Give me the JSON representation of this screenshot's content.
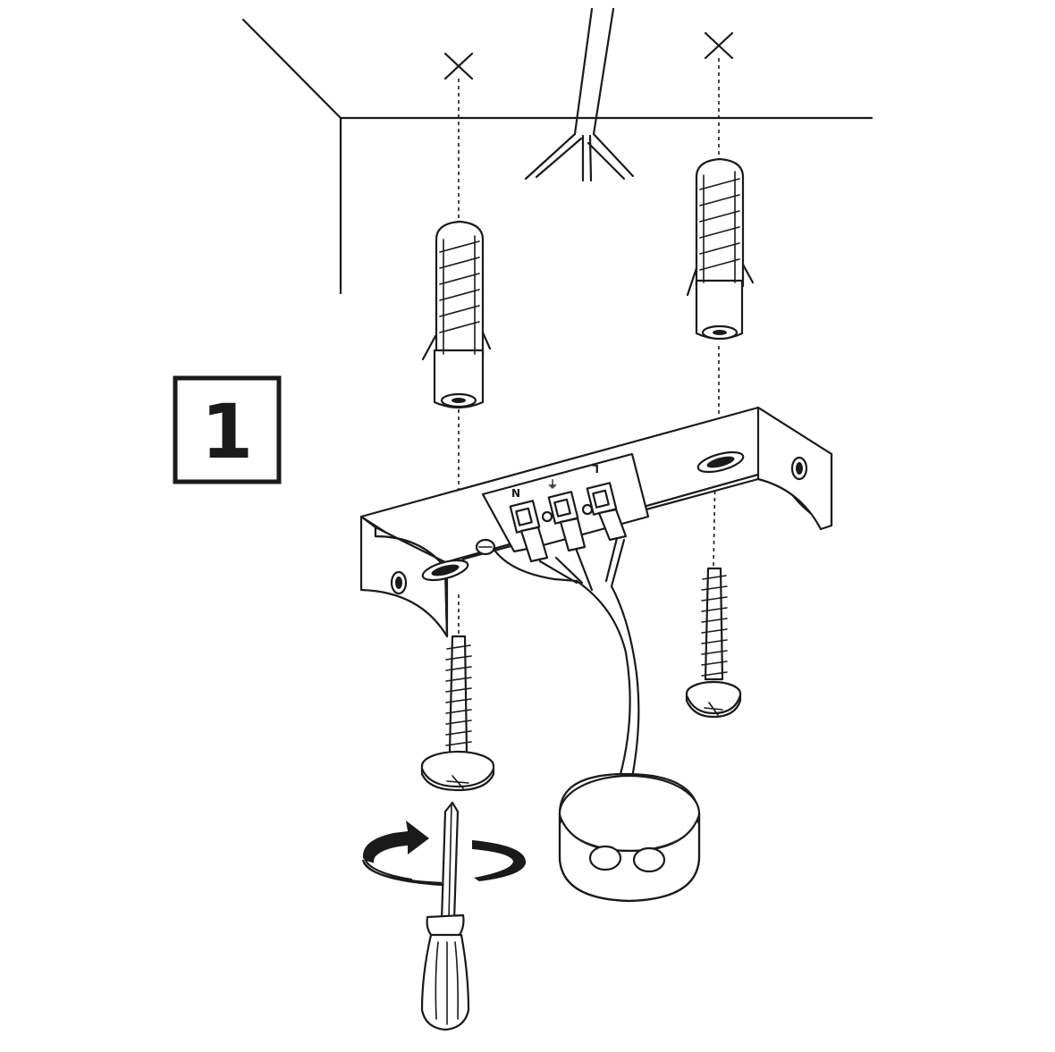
{
  "step": {
    "number": "1"
  },
  "terminal": {
    "labels": [
      "N",
      "⏚",
      "L"
    ]
  },
  "colors": {
    "ink": "#1a1a1a",
    "paper": "#ffffff"
  },
  "icons": [
    "drill-mark-icon",
    "wall-plug-icon",
    "mounting-bracket-icon",
    "terminal-block-icon",
    "screw-icon",
    "screwdriver-icon",
    "rotate-arrow-icon",
    "lamp-cup-icon"
  ]
}
